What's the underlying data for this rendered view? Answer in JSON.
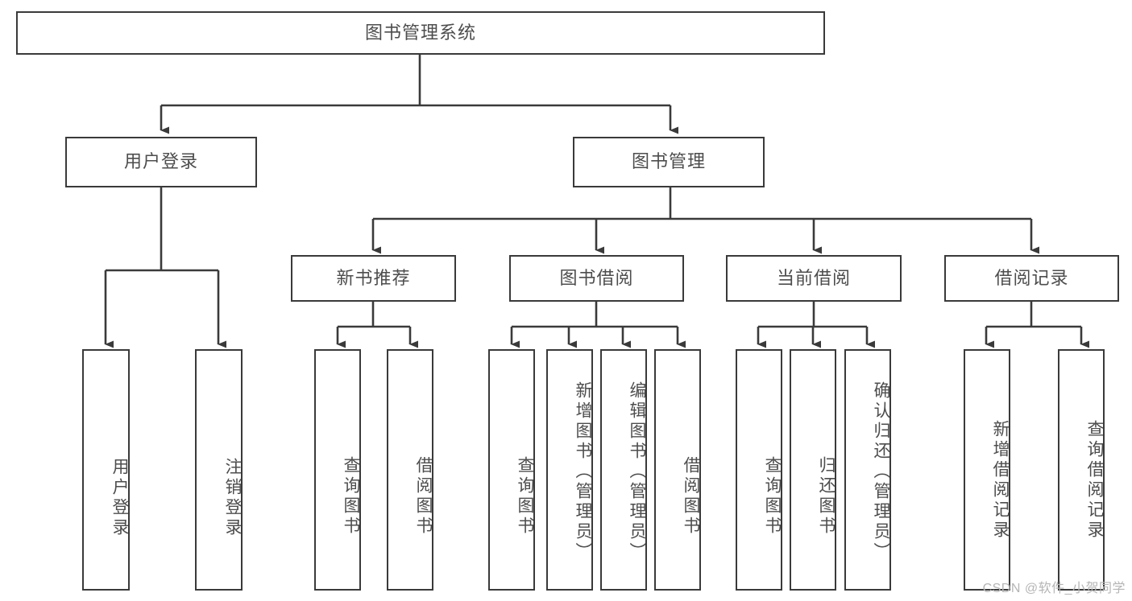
{
  "diagram": {
    "type": "tree",
    "title": "图书管理系统",
    "orientation": "top-down",
    "colors": {
      "box_border": "#3a3a3a",
      "box_fill": "#ffffff",
      "text": "#4d4d4d",
      "edge": "#3a3a3a",
      "watermark": "#b5b5b5",
      "background": "#ffffff"
    },
    "root": {
      "label": "图书管理系统"
    },
    "level1": [
      {
        "id": "user-login",
        "label": "用户登录"
      },
      {
        "id": "book-manage",
        "label": "图书管理"
      }
    ],
    "level2": [
      {
        "id": "new-book-recommend",
        "label": "新书推荐",
        "parent": "book-manage"
      },
      {
        "id": "book-borrow",
        "label": "图书借阅",
        "parent": "book-manage"
      },
      {
        "id": "current-borrow",
        "label": "当前借阅",
        "parent": "book-manage"
      },
      {
        "id": "borrow-record",
        "label": "借阅记录",
        "parent": "book-manage"
      }
    ],
    "leaves": [
      {
        "id": "leaf-user-login",
        "label": "用户登录",
        "parent": "user-login"
      },
      {
        "id": "leaf-logout",
        "label": "注销登录",
        "parent": "user-login"
      },
      {
        "id": "leaf-query-book-1",
        "label": "查询图书",
        "parent": "new-book-recommend"
      },
      {
        "id": "leaf-borrow-book-1",
        "label": "借阅图书",
        "parent": "new-book-recommend"
      },
      {
        "id": "leaf-query-book-2",
        "label": "查询图书",
        "parent": "book-borrow"
      },
      {
        "id": "leaf-add-book",
        "label": "新增图书（管理员）",
        "parent": "book-borrow"
      },
      {
        "id": "leaf-edit-book",
        "label": "编辑图书（管理员）",
        "parent": "book-borrow"
      },
      {
        "id": "leaf-borrow-book-2",
        "label": "借阅图书",
        "parent": "book-borrow"
      },
      {
        "id": "leaf-query-book-3",
        "label": "查询图书",
        "parent": "current-borrow"
      },
      {
        "id": "leaf-return-book",
        "label": "归还图书",
        "parent": "current-borrow"
      },
      {
        "id": "leaf-confirm-return",
        "label": "确认归还（管理员）",
        "parent": "current-borrow"
      },
      {
        "id": "leaf-add-record",
        "label": "新增借阅记录",
        "parent": "borrow-record"
      },
      {
        "id": "leaf-query-record",
        "label": "查询借阅记录",
        "parent": "borrow-record"
      }
    ]
  },
  "watermark": {
    "text": "CSDN @软件_小贺同学"
  }
}
